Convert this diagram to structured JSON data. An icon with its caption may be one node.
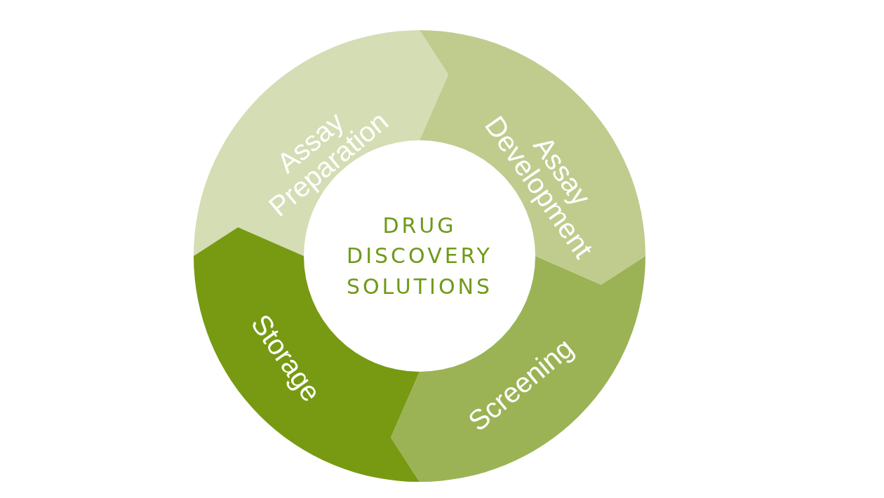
{
  "diagram": {
    "nodes": [
      {
        "text": [
          "Assay Preparation"
        ]
      },
      {
        "text": [
          "Assay Development"
        ]
      },
      {
        "text": [
          "Screening"
        ]
      },
      {
        "text": [
          "Storage"
        ]
      },
      {
        "text": [
          "DRUG DISCOVERY SOLUTIONS"
        ]
      }
    ]
  }
}
